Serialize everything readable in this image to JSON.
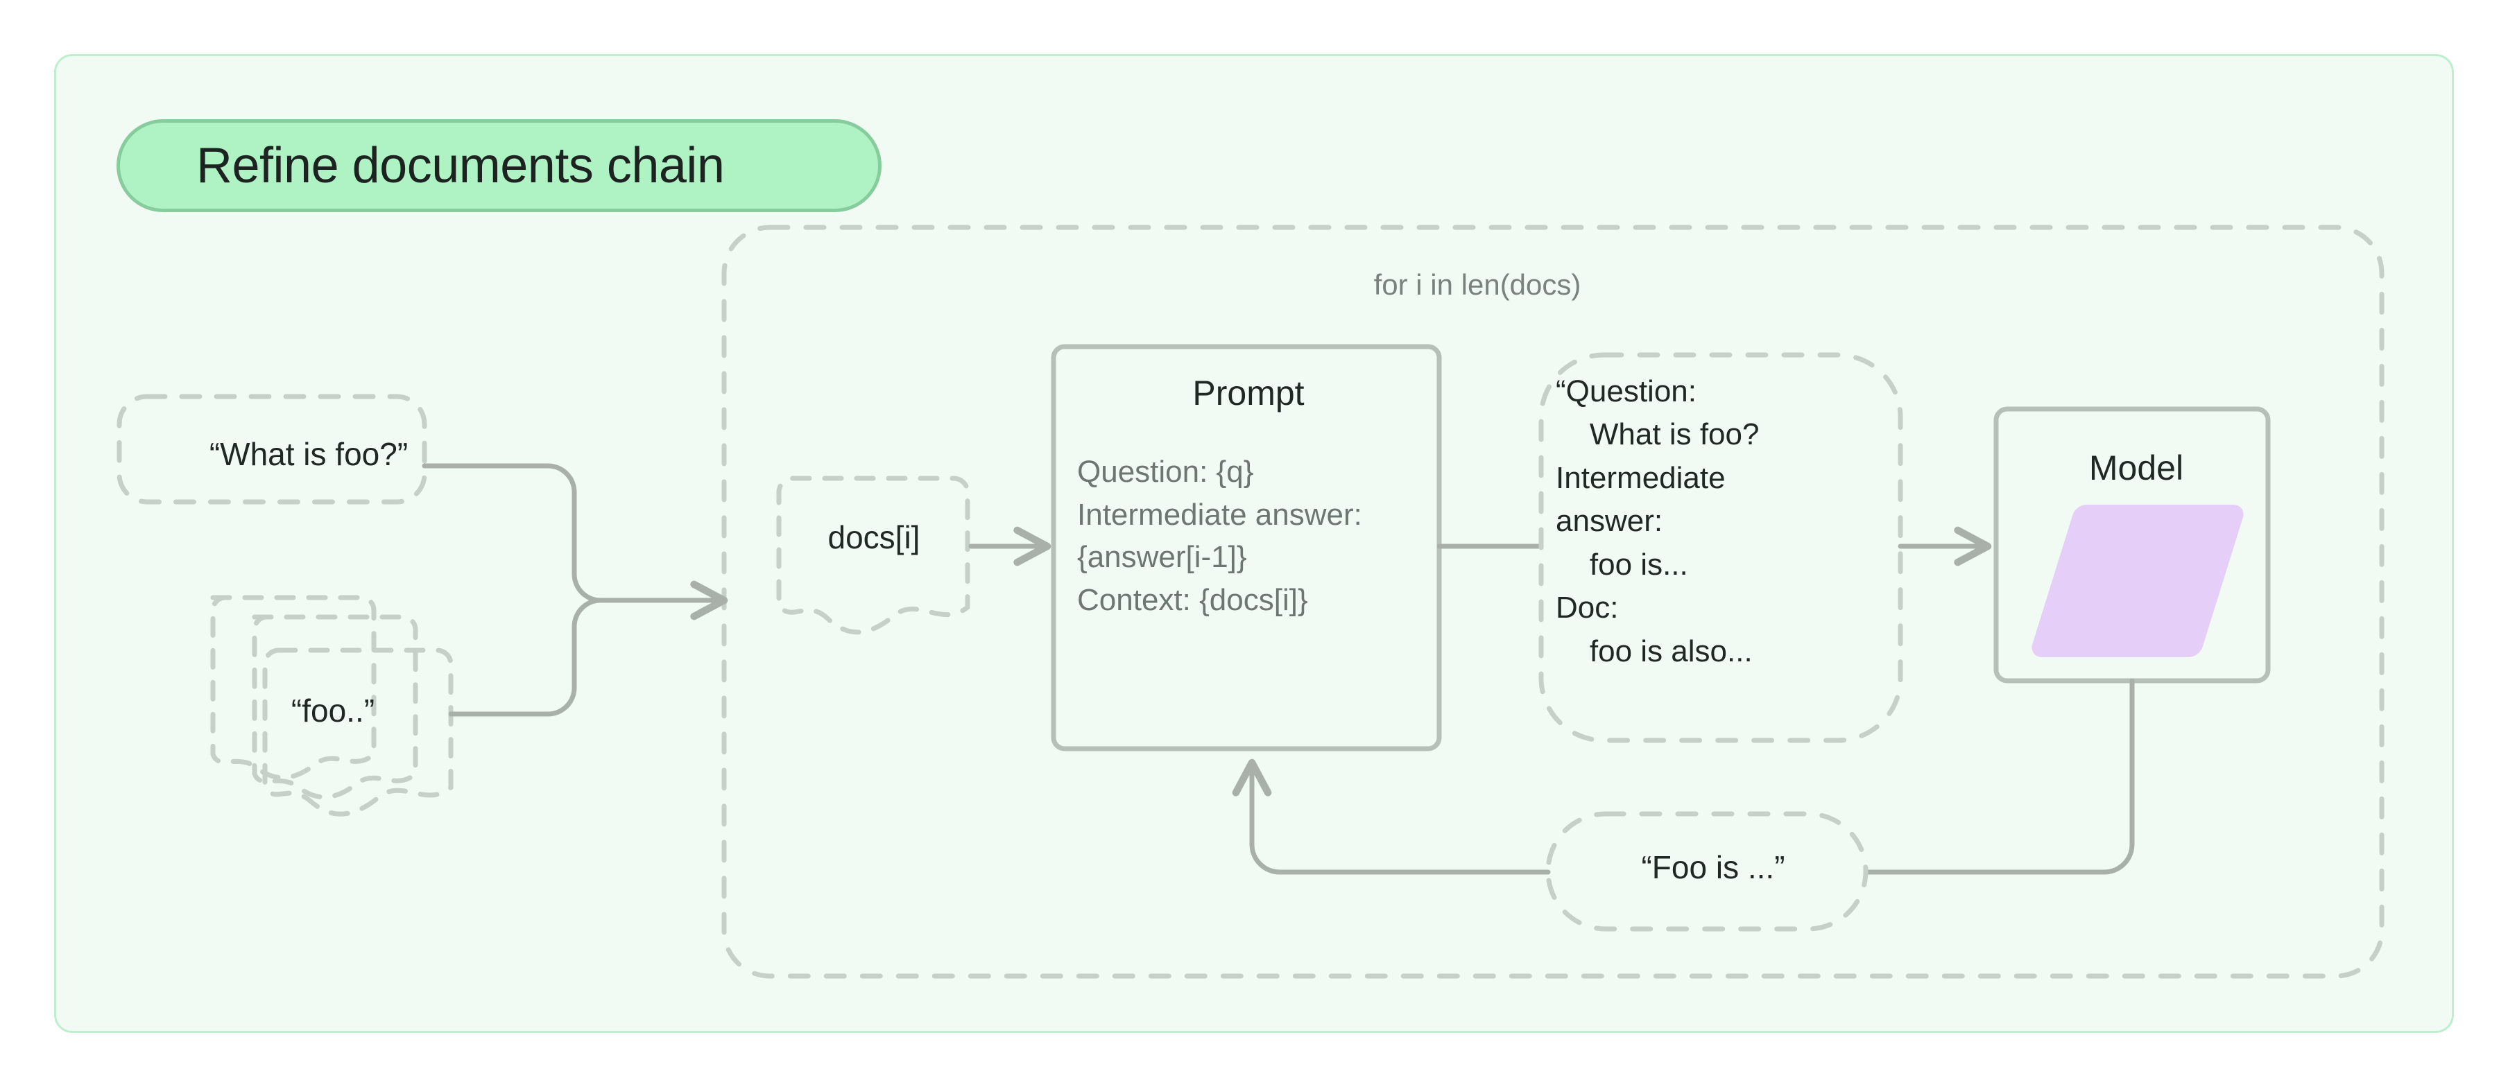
{
  "diagram": {
    "title": "Refine documents chain",
    "loop_label": "for i in len(docs)",
    "inputs": {
      "question_node": "“What is foo?”",
      "documents_node": "“foo..”"
    },
    "loop": {
      "doc_slice_node": "docs[i]",
      "prompt": {
        "title": "Prompt",
        "lines": "Question: {q}\nIntermediate answer:\n{answer[i-1]}\nContext: {docs[i]}"
      },
      "rendered_prompt": "“Question:\n    What is foo?\nIntermediate\nanswer:\n    foo is...\nDoc:\n    foo is also...",
      "model": {
        "title": "Model"
      },
      "answer_node": "“Foo is ...”"
    },
    "colors": {
      "canvas_background": "#F2FAF4",
      "canvas_border": "#BEEECE",
      "badge_fill": "#AFF2C4",
      "badge_border": "#86CC9D",
      "dashed_stroke": "#C6CFC8",
      "solid_stroke": "#B7BFB9",
      "connector": "#A9B0AA",
      "text_dark": "#202824",
      "text_gray": "#6B7770",
      "model_shape_fill": "#E5CEF8"
    }
  }
}
